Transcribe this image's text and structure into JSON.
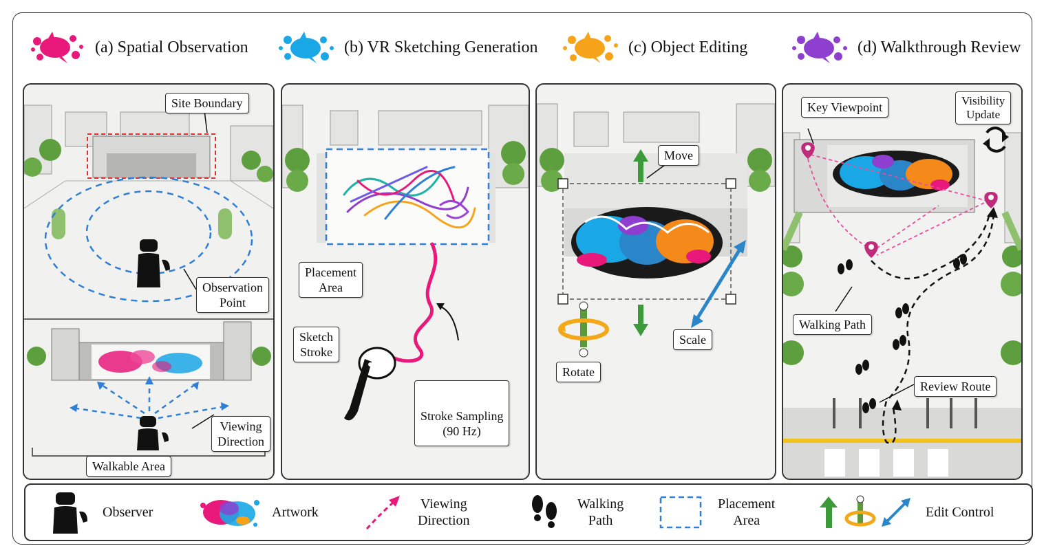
{
  "stages": [
    {
      "label": "(a) Spatial Observation",
      "color": "#e8197a"
    },
    {
      "label": "(b) VR Sketching Generation",
      "color": "#1aa7e6"
    },
    {
      "label": "(c) Object Editing",
      "color": "#f5a41a"
    },
    {
      "label": "(d) Walkthrough Review",
      "color": "#8e3fd0"
    }
  ],
  "panel_a": {
    "site_boundary": "Site Boundary",
    "observation_point": [
      "Observation",
      "Point"
    ],
    "viewing_direction": [
      "Viewing",
      "Direction"
    ],
    "walkable_area": "Walkable Area"
  },
  "panel_b": {
    "placement_area": [
      "Placement",
      "Area"
    ],
    "sketch_stroke": [
      "Sketch",
      "Stroke"
    ],
    "stroke_sampling": [
      "Stroke Sampling",
      "(90 Hz)"
    ]
  },
  "panel_c": {
    "move": "Move",
    "rotate": "Rotate",
    "scale": "Scale"
  },
  "panel_d": {
    "key_viewpoint": "Key Viewpoint",
    "visibility_update": [
      "Visibility",
      "Update"
    ],
    "walking_path": "Walking Path",
    "review_route": "Review Route"
  },
  "legend": {
    "observer": "Observer",
    "artwork": "Artwork",
    "viewing_direction": [
      "Viewing",
      "Direction"
    ],
    "walking_path": [
      "Walking",
      "Path"
    ],
    "placement_area": [
      "Placement",
      "Area"
    ],
    "edit_control": "Edit Control"
  },
  "colors": {
    "boundary_red": "#e03030",
    "guide_blue": "#2f7fd6",
    "stroke_pink": "#e8197a",
    "move_green": "#3d9a3a",
    "rotate_orange": "#f2a818",
    "scale_blue": "#2a86c8",
    "pin_magenta": "#c02a7a"
  }
}
